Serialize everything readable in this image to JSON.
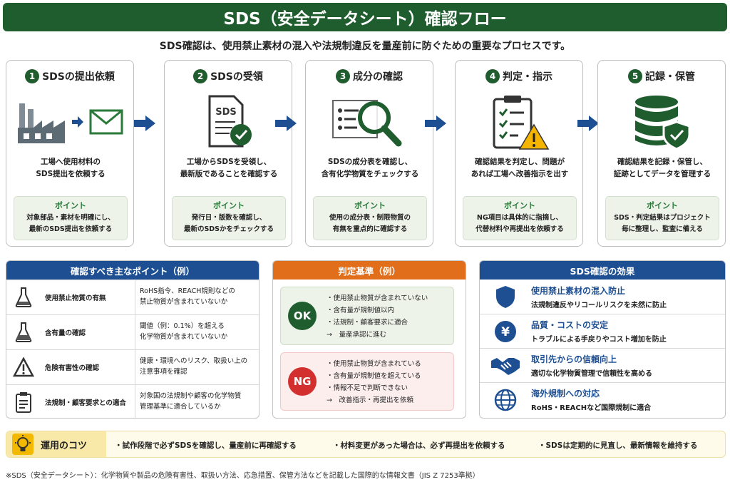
{
  "title": "SDS（安全データシート）確認フロー",
  "subtitle": "SDS確認は、使用禁止素材の混入や法規制違反を量産前に防ぐための重要なプロセスです。",
  "point_label": "ポイント",
  "steps": [
    {
      "num": "1",
      "title": "SDSの提出依頼",
      "desc": "工場へ使用材料の\nSDS提出を依頼する",
      "point": "対象部品・素材を明確にし、\n最新のSDS提出を依頼する"
    },
    {
      "num": "2",
      "title": "SDSの受領",
      "desc": "工場からSDSを受領し、\n最新版であることを確認する",
      "point": "発行日・版数を確認し、\n最新のSDSかをチェックする",
      "icon_text": "SDS"
    },
    {
      "num": "3",
      "title": "成分の確認",
      "desc": "SDSの成分表を確認し、\n含有化学物質をチェックする",
      "point": "使用の成分表・制限物質の\n有無を重点的に確認する"
    },
    {
      "num": "4",
      "title": "判定・指示",
      "desc": "確認結果を判定し、問題が\nあれば工場へ改善指示を出す",
      "point": "NG項目は具体的に指摘し、\n代替材料や再提出を依頼する"
    },
    {
      "num": "5",
      "title": "記録・保管",
      "desc": "確認結果を記録・保管し、\n証跡としてデータを管理する",
      "point": "SDS・判定結果はプロジェクト\n毎に整理し、監査に備える"
    }
  ],
  "check_points": {
    "title": "確認すべき主なポイント（例）",
    "rows": [
      {
        "label": "使用禁止物質の有無",
        "desc": "RoHS指令、REACH規則などの\n禁止物質が含まれていないか"
      },
      {
        "label": "含有量の確認",
        "desc": "閾値（例：0.1%）を超える\n化学物質が含まれていないか"
      },
      {
        "label": "危険有害性の確認",
        "desc": "健康・環境へのリスク、取扱い上の\n注意事項を確認"
      },
      {
        "label": "法規制・顧客要求との適合",
        "desc": "対象国の法規制や顧客の化学物質\n管理基準に適合しているか"
      }
    ]
  },
  "criteria": {
    "title": "判定基準（例）",
    "ok": {
      "badge": "OK",
      "items": [
        "・使用禁止物質が含まれていない",
        "・含有量が規制値以内",
        "・法規制・顧客要求に適合",
        "→　量産承認に進む"
      ]
    },
    "ng": {
      "badge": "NG",
      "items": [
        "・使用禁止物質が含まれている",
        "・含有量が規制値を超えている",
        "・情報不足で判断できない",
        "→　改善指示・再提出を依頼"
      ]
    }
  },
  "effects": {
    "title": "SDS確認の効果",
    "rows": [
      {
        "title": "使用禁止素材の混入防止",
        "desc": "法規制違反やリコールリスクを未然に防止"
      },
      {
        "title": "品質・コストの安定",
        "desc": "トラブルによる手戻りやコスト増加を防止",
        "icon_text": "¥"
      },
      {
        "title": "取引先からの信頼向上",
        "desc": "適切な化学物質管理で信頼性を高める"
      },
      {
        "title": "海外規制への対応",
        "desc": "RoHS・REACHなど国際規制に適合"
      }
    ]
  },
  "tips": {
    "label": "運用のコツ",
    "items": [
      "・試作段階で必ずSDSを確認し、量産前に再確認する",
      "・材料変更があった場合は、必ず再提出を依頼する",
      "・SDSは定期的に見直し、最新情報を維持する"
    ]
  },
  "footnote": "※SDS（安全データシート）：化学物質や製品の危険有害性、取扱い方法、応急措置、保管方法などを記載した国際的な情報文書（JIS Z 7253準拠）",
  "colors": {
    "green": "#1f5c2e",
    "blue": "#1d4f92",
    "orange": "#e06e1a",
    "ok": "#1f5c2e",
    "ng": "#d32f2f"
  }
}
